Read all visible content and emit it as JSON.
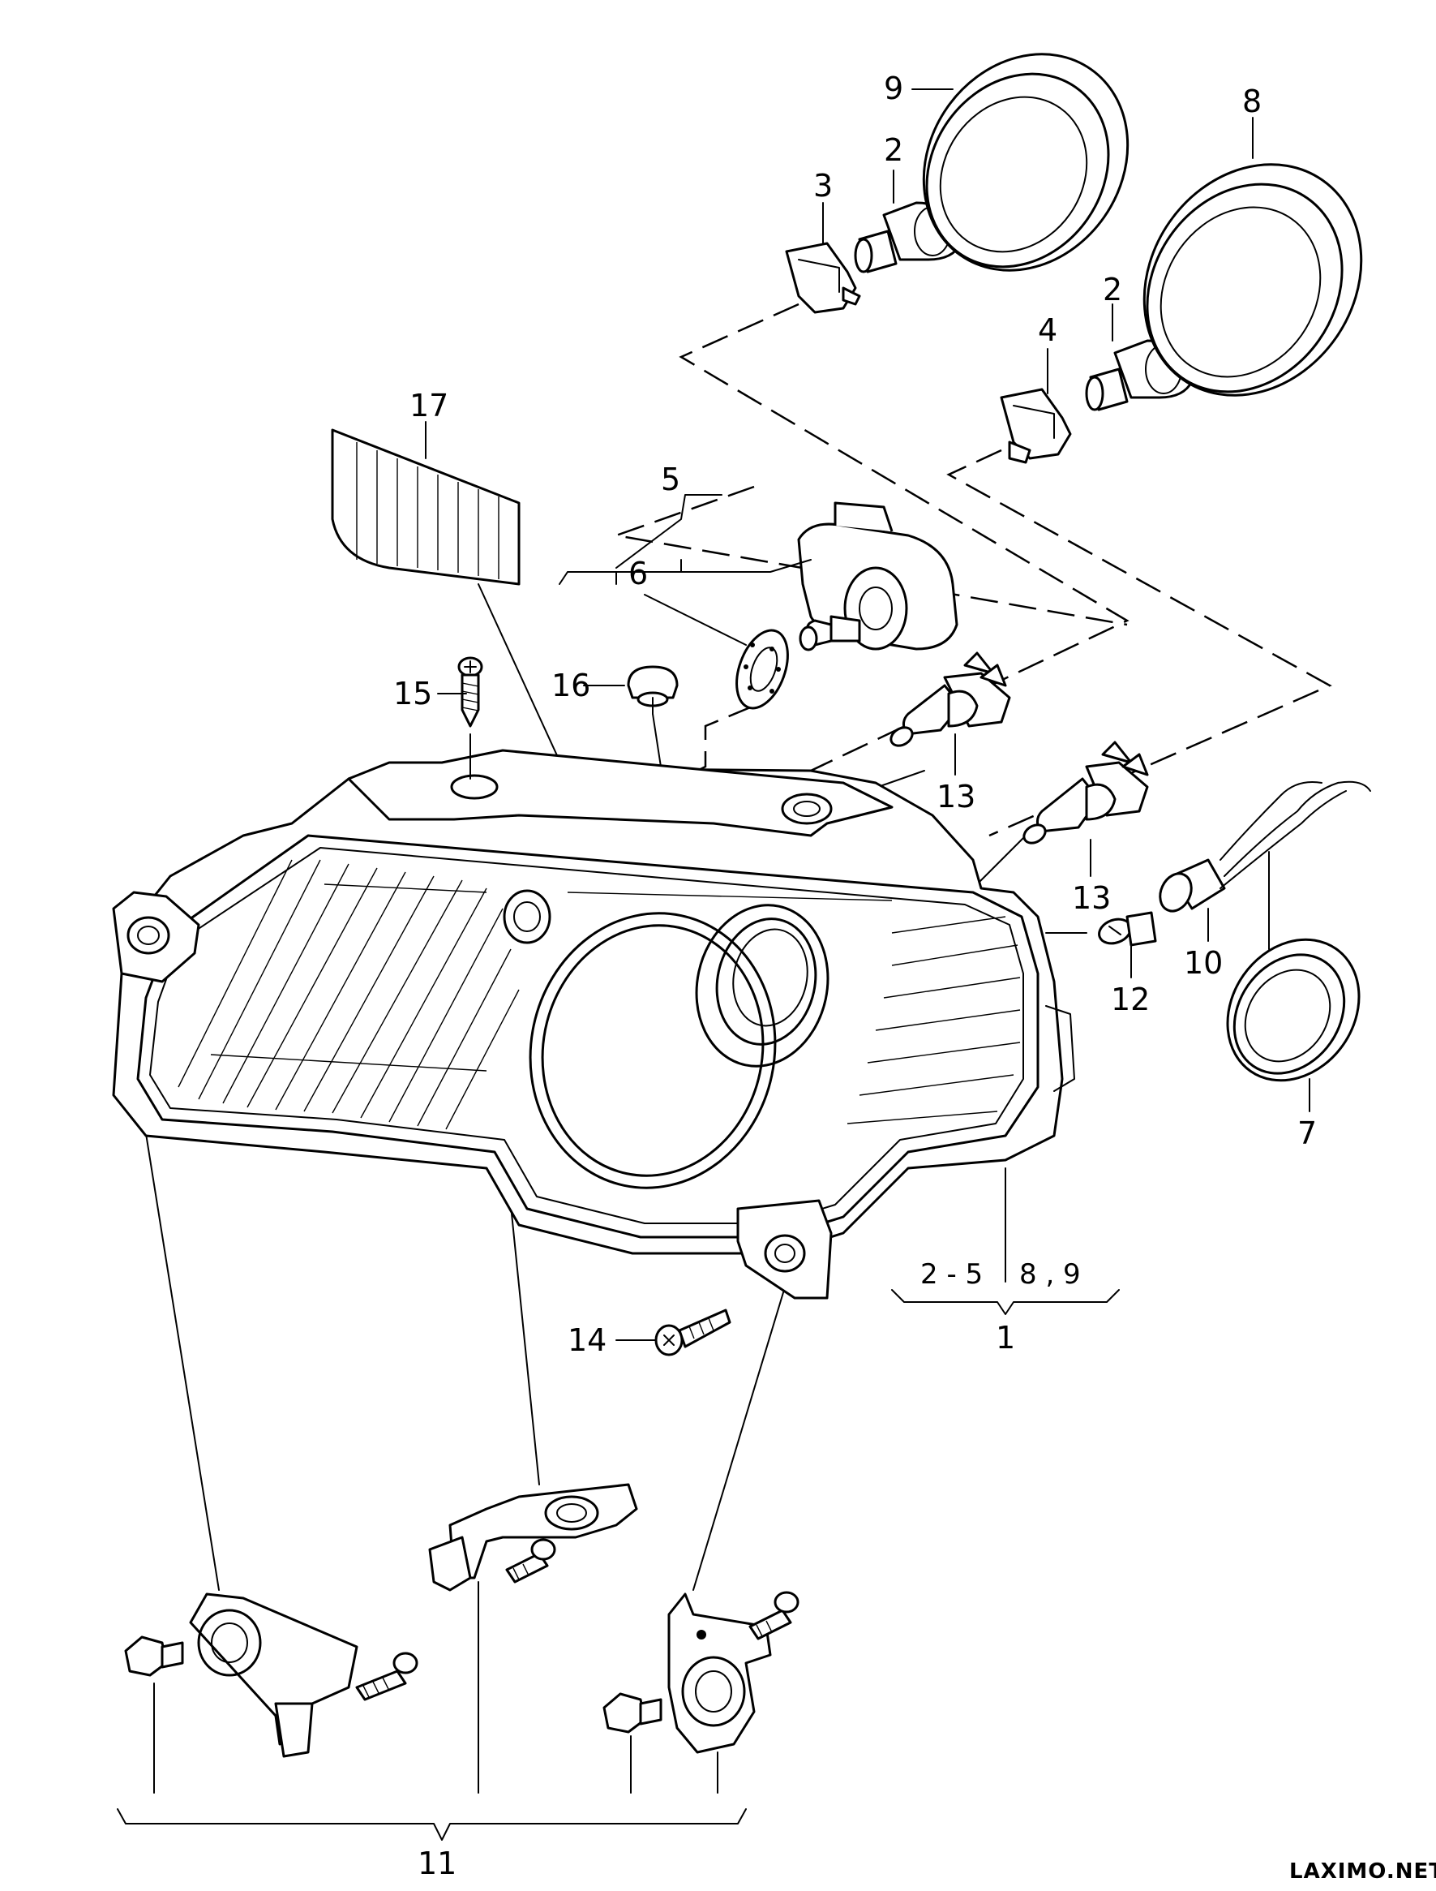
{
  "diagram": {
    "callouts": {
      "p1": "1",
      "p2a": "2",
      "p2b": "2",
      "p3": "3",
      "p4": "4",
      "p5": "5",
      "p6": "6",
      "p7": "7",
      "p8": "8",
      "p9": "9",
      "p10": "10",
      "p11": "11",
      "p12": "12",
      "p13a": "13",
      "p13b": "13",
      "p14": "14",
      "p15": "15",
      "p16": "16",
      "p17": "17"
    },
    "group_labels": {
      "range_2_5": "2 - 5",
      "range_8_9": "8 , 9"
    },
    "watermark": "LAXIMO.NET"
  }
}
